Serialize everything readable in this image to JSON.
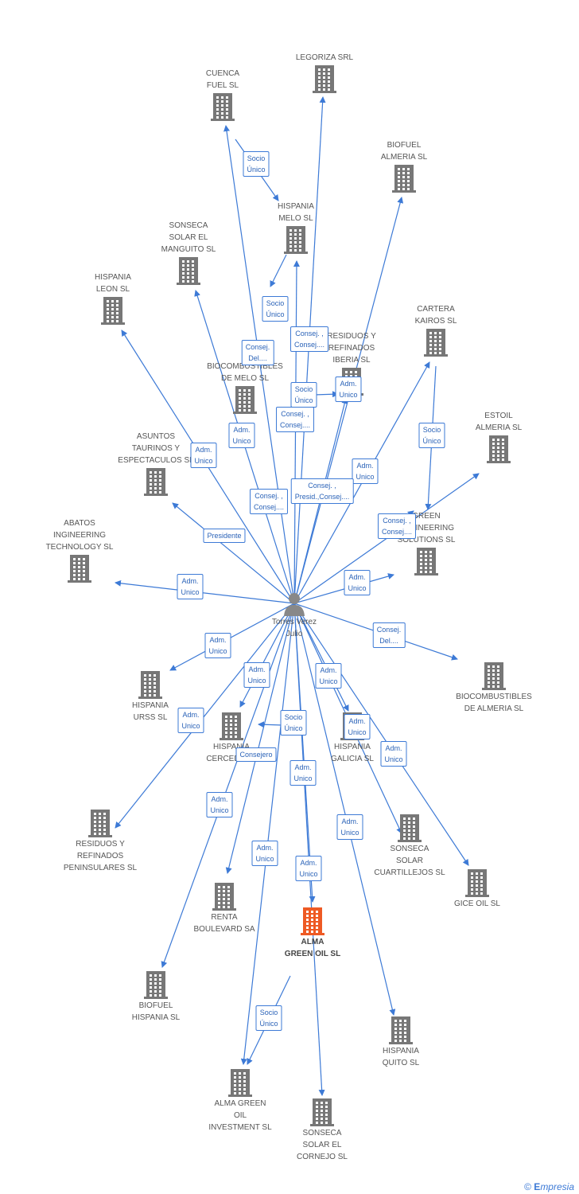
{
  "colors": {
    "edge": "#3d7ad6",
    "building": "#777777",
    "highlight": "#ee5a24",
    "person": "#888888"
  },
  "person": {
    "label": "Torres Verez\nJulio"
  },
  "companies": [
    {
      "id": "legoriza",
      "label": "LEGORIZA SRL"
    },
    {
      "id": "cuenca",
      "label": "CUENCA\nFUEL  SL"
    },
    {
      "id": "biofuel_almeria",
      "label": "BIOFUEL\nALMERIA SL"
    },
    {
      "id": "hispania_melo",
      "label": "HISPANIA\nMELO SL"
    },
    {
      "id": "sonseca_manguito",
      "label": "SONSECA\nSOLAR EL\nMANGUITO SL"
    },
    {
      "id": "hispania_leon",
      "label": "HISPANIA\nLEON SL"
    },
    {
      "id": "cartera_kairos",
      "label": "CARTERA\nKAIROS SL"
    },
    {
      "id": "residuos_iberia",
      "label": "RESIDUOS Y\nREFINADOS\nIBERIA SL"
    },
    {
      "id": "biocomb_melo",
      "label": "BIOCOMBUSTIBLES\nDE MELO SL"
    },
    {
      "id": "estoil",
      "label": "ESTOIL\nALMERIA SL"
    },
    {
      "id": "asuntos",
      "label": "ASUNTOS\nTAURINOS Y\nESPECTACULOS SL"
    },
    {
      "id": "green_eng",
      "label": "GREEN\nENGINEERING\nSOLUTIONS  SL"
    },
    {
      "id": "abatos",
      "label": "ABATOS\nINGINEERING\nTECHNOLOGY SL"
    },
    {
      "id": "biocomb_almeria",
      "label": "BIOCOMBUSTIBLES\nDE ALMERIA SL"
    },
    {
      "id": "hispania_urss",
      "label": "HISPANIA\nURSS  SL"
    },
    {
      "id": "hispania_cercedo",
      "label": "HISPANIA\nCERCEDA SL"
    },
    {
      "id": "hispania_galicia",
      "label": "HISPANIA\nGALICIA SL"
    },
    {
      "id": "residuos_pen",
      "label": "RESIDUOS Y\nREFINADOS\nPENINSULARES SL"
    },
    {
      "id": "sonseca_cuart",
      "label": "SONSECA\nSOLAR\nCUARTILLEJOS SL"
    },
    {
      "id": "gice",
      "label": "GICE OIL SL"
    },
    {
      "id": "renta",
      "label": "RENTA\nBOULEVARD SA"
    },
    {
      "id": "alma_green",
      "label": "ALMA\nGREEN OIL SL",
      "highlight": true
    },
    {
      "id": "biofuel_hispania",
      "label": "BIOFUEL\nHISPANIA SL"
    },
    {
      "id": "hispania_quito",
      "label": "HISPANIA\nQUITO SL"
    },
    {
      "id": "alma_investment",
      "label": "ALMA GREEN\nOIL\nINVESTMENT SL"
    },
    {
      "id": "sonseca_cornejo",
      "label": "SONSECA\nSOLAR EL\nCORNEJO SL"
    }
  ],
  "edge_labels": [
    {
      "id": "l_cuenca_melo",
      "text": "Socio\nÚnico"
    },
    {
      "id": "l_melo",
      "text": "Socio\nÚnico"
    },
    {
      "id": "l_manguito",
      "text": "Consej.\nDel...."
    },
    {
      "id": "l_legoriza",
      "text": "Consej. ,\nConsej...."
    },
    {
      "id": "l_socio_mid",
      "text": "Socio\nÚnico"
    },
    {
      "id": "l_adm_iberia",
      "text": "Adm.\nUnico"
    },
    {
      "id": "l_consej_mid",
      "text": "Consej. ,\nConsej...."
    },
    {
      "id": "l_adm_biomelo",
      "text": "Adm.\nUnico"
    },
    {
      "id": "l_leon",
      "text": "Adm.\nUnico"
    },
    {
      "id": "l_adm_kairos",
      "text": "Adm.\nUnico"
    },
    {
      "id": "l_kairos_green",
      "text": "Socio\nÚnico"
    },
    {
      "id": "l_consej_low",
      "text": "Consej. ,\nConsej...."
    },
    {
      "id": "l_presid",
      "text": "Consej. ,\nPresid.,Consej...."
    },
    {
      "id": "l_green_estoil",
      "text": "Consej. ,\nConsej...."
    },
    {
      "id": "l_asuntos",
      "text": "Presidente"
    },
    {
      "id": "l_abatos",
      "text": "Adm.\nUnico"
    },
    {
      "id": "l_green",
      "text": "Adm.\nUnico"
    },
    {
      "id": "l_biocomb_alm",
      "text": "Consej.\nDel...."
    },
    {
      "id": "l_urss",
      "text": "Adm.\nUnico"
    },
    {
      "id": "l_cercedo",
      "text": "Adm.\nUnico"
    },
    {
      "id": "l_adm_galicia1",
      "text": "Adm.\nUnico"
    },
    {
      "id": "l_residuos_pen",
      "text": "Adm.\nUnico"
    },
    {
      "id": "l_socio_cercedo",
      "text": "Socio\nÚnico"
    },
    {
      "id": "l_adm_galicia2",
      "text": "Adm.\nUnico"
    },
    {
      "id": "l_consejero",
      "text": "Consejero"
    },
    {
      "id": "l_gice",
      "text": "Adm.\nUnico"
    },
    {
      "id": "l_adm_mid",
      "text": "Adm.\nUnico"
    },
    {
      "id": "l_biofuel_hisp",
      "text": "Adm.\nUnico"
    },
    {
      "id": "l_quito",
      "text": "Adm.\nUnico"
    },
    {
      "id": "l_renta_adm",
      "text": "Adm.\nUnico"
    },
    {
      "id": "l_alma_adm",
      "text": "Adm.\nUnico"
    },
    {
      "id": "l_alma_inv",
      "text": "Socio\nÚnico"
    }
  ],
  "brand": {
    "symbol": "©",
    "part1": "E",
    "part2": "mpresia"
  }
}
